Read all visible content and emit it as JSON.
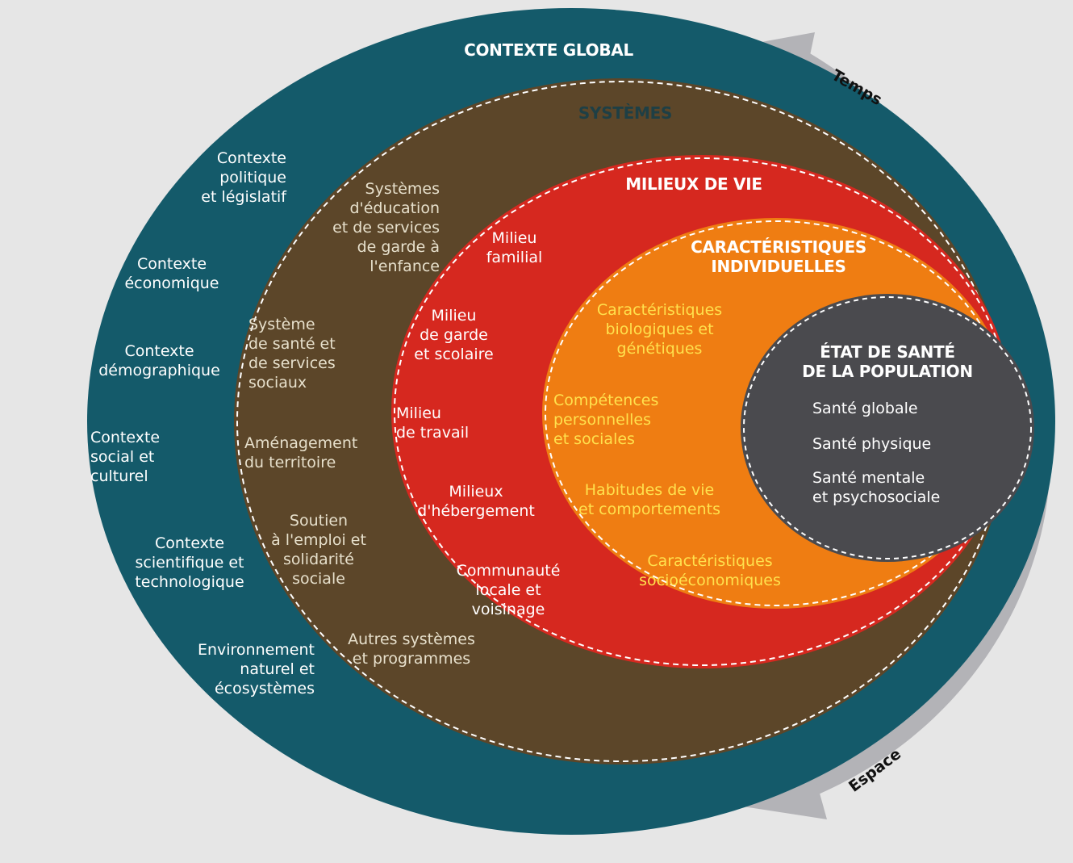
{
  "colors": {
    "background": "#e6e6e6",
    "global": "#145a6a",
    "systemes": "#5c4629",
    "milieux": "#d6281f",
    "caracteristiques": "#ef7d12",
    "etat": "#4a4a4e",
    "arrow": "#b3b3b7",
    "dashed": "#ffffff"
  },
  "contexte_global": {
    "title": "CONTEXTE GLOBAL",
    "items": [
      "Contexte\npolitique\net législatif",
      "Contexte\néconomique",
      "Contexte\ndémographique",
      "Contexte\nsocial et\nculturel",
      "Contexte\nscientifique et\ntechnologique",
      "Environnement\nnaturel et\nécosystèmes"
    ]
  },
  "systemes": {
    "title": "SYSTÈMES",
    "items": [
      "Systèmes\nd'éducation\net de services\nde garde à\nl'enfance",
      "Système\nde santé et\nde services\nsociaux",
      "Aménagement\ndu territoire",
      "Soutien\nà l'emploi et\nsolidarité\nsociale",
      "Autres systèmes\net programmes"
    ]
  },
  "milieux_de_vie": {
    "title": "MILIEUX DE VIE",
    "items": [
      "Milieu\nfamilial",
      "Milieu\nde garde\net scolaire",
      "Milieu\nde travail",
      "Milieux\nd'hébergement",
      "Communauté\nlocale et\nvoisinage"
    ]
  },
  "caracteristiques_individuelles": {
    "title": "CARACTÉRISTIQUES\nINDIVIDUELLES",
    "items": [
      "Caractéristiques\nbiologiques et\ngénétiques",
      "Compétences\npersonnelles\net sociales",
      "Habitudes de vie\net comportements",
      "Caractéristiques\nsocioéconomiques"
    ]
  },
  "etat_de_sante": {
    "title": "ÉTAT DE SANTÉ\nDE LA POPULATION",
    "items": [
      "Santé globale",
      "Santé physique",
      "Santé mentale\net psychosociale"
    ]
  },
  "axes": {
    "temps": "Temps",
    "espace": "Espace"
  }
}
